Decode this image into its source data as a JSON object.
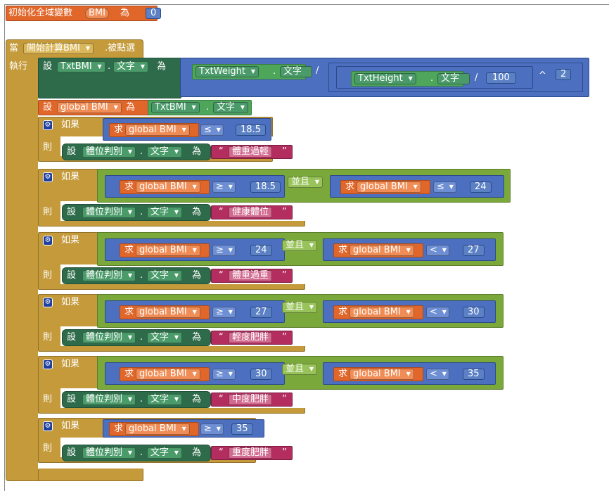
{
  "init": {
    "label": "初始化全域變數",
    "var": "BMI",
    "as": "為",
    "value": "0"
  },
  "event": {
    "when": "當",
    "component": "開始計算BMI",
    "suffix": ".被點選",
    "do": "執行"
  },
  "kw": {
    "set": "設",
    "as": "為",
    "get": "求",
    "if": "如果",
    "then": "則",
    "and": "並且",
    "dot": ".",
    "text_prop": "文字"
  },
  "calc": {
    "target": "TxtBMI",
    "weight": "TxtWeight",
    "div": "/",
    "height": "TxtHeight",
    "hundred": "100",
    "pow": "^",
    "two": "2"
  },
  "assign": {
    "var": "global BMI",
    "source": "TxtBMI"
  },
  "gvar": "global BMI",
  "output": "體位判別",
  "branches": [
    {
      "c1_op": "≤",
      "c1_val": "18.5",
      "result": "體重過輕"
    },
    {
      "c1_op": "≥",
      "c1_val": "18.5",
      "c2_op": "≤",
      "c2_val": "24",
      "result": "健康體位"
    },
    {
      "c1_op": "≥",
      "c1_val": "24",
      "c2_op": "<",
      "c2_val": "27",
      "result": "體重過重"
    },
    {
      "c1_op": "≥",
      "c1_val": "27",
      "c2_op": "<",
      "c2_val": "30",
      "result": "輕度肥胖"
    },
    {
      "c1_op": "≥",
      "c1_val": "30",
      "c2_op": "<",
      "c2_val": "35",
      "result": "中度肥胖"
    },
    {
      "c1_op": "≥",
      "c1_val": "35",
      "result": "重度肥胖"
    }
  ],
  "icons": {
    "gear": "gear-icon",
    "dropdown": "dropdown-arrow-icon"
  }
}
